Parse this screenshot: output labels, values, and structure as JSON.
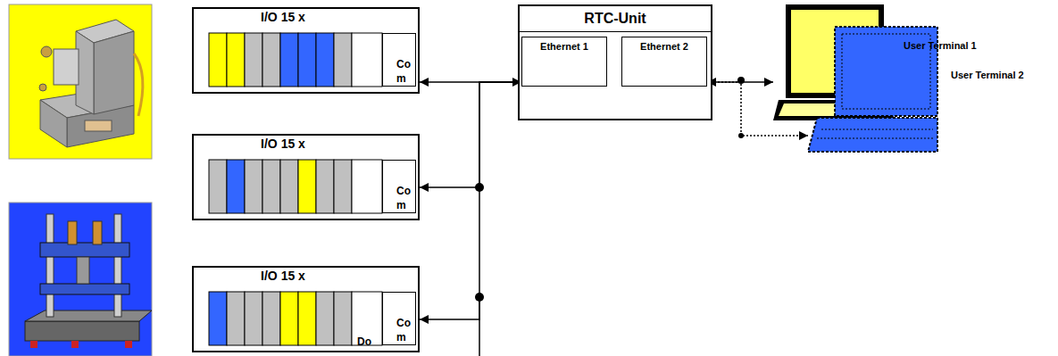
{
  "diagram": {
    "nodes": [
      {
        "text": [
          "I/O 15 x"
        ]
      },
      {
        "text": [
          "Co m"
        ],
        "in": 0
      },
      {
        "text": [
          "I/O 15 x"
        ]
      },
      {
        "text": [
          "Co m"
        ],
        "in": 2
      },
      {
        "text": [
          "I/O 15 x"
        ]
      },
      {
        "text": [
          "Co m"
        ],
        "in": 4
      },
      {
        "text": [
          "RTC-Unit"
        ]
      },
      {
        "text": [
          "Ethernet 1"
        ],
        "in": 6
      },
      {
        "text": [
          "Ethernet 2"
        ],
        "in": 6
      },
      {
        "text": [
          "User Terminal 1"
        ]
      },
      {
        "text": [
          "User Terminal 2"
        ]
      }
    ],
    "edges": [
      {
        "from": 0,
        "to": 7,
        "arrow": "both"
      },
      {
        "from": 7,
        "to": 2,
        "arrow": "to"
      },
      {
        "from": 7,
        "to": 4,
        "arrow": "to"
      },
      {
        "from": 8,
        "to": 9,
        "arrow": "both"
      },
      {
        "from": 8,
        "to": 10,
        "arrow": "to"
      }
    ],
    "labels": [
      "Do"
    ]
  }
}
